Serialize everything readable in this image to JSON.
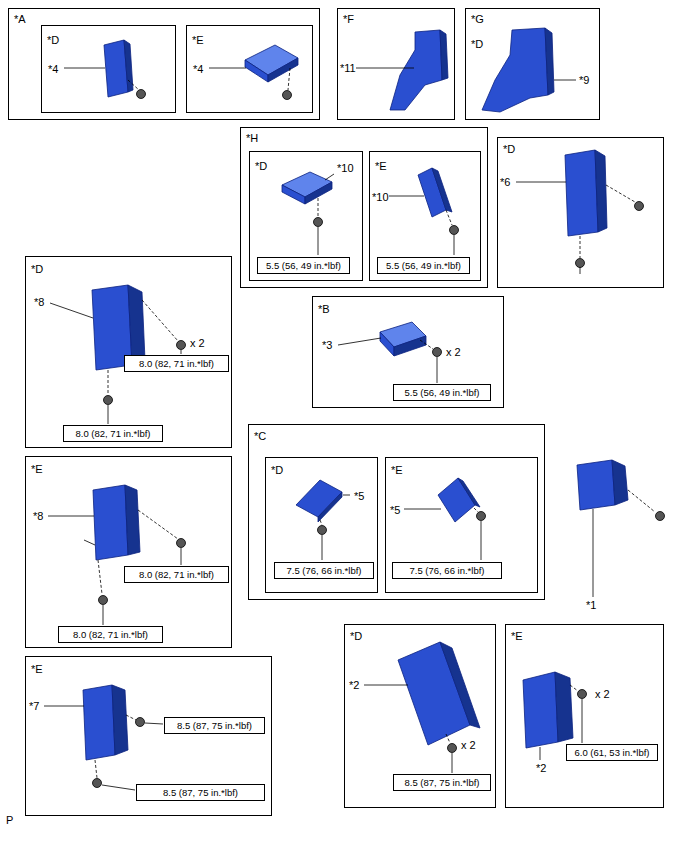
{
  "diagram": {
    "nodes": [
      {
        "text": [
          "*A"
        ]
      },
      {
        "text": [
          "*D",
          "*4"
        ],
        "in": 0
      },
      {
        "text": [
          "*E",
          "*4"
        ],
        "in": 0
      },
      {
        "text": [
          "*F",
          "*11"
        ]
      },
      {
        "text": [
          "*G",
          "*D",
          "*9"
        ]
      },
      {
        "text": [
          "*H"
        ]
      },
      {
        "text": [
          "*D",
          "*10"
        ],
        "in": 5
      },
      {
        "text": [
          "5.5 (56, 49 in.*lbf)"
        ],
        "in": 6
      },
      {
        "text": [
          "*E",
          "*10"
        ],
        "in": 5
      },
      {
        "text": [
          "5.5 (56, 49 in.*lbf)"
        ],
        "in": 8
      },
      {
        "text": [
          "*D",
          "*6"
        ]
      },
      {
        "text": [
          "*D",
          "*8",
          "x 2"
        ]
      },
      {
        "text": [
          "8.0 (82, 71 in.*lbf)"
        ],
        "in": 11
      },
      {
        "text": [
          "8.0 (82, 71 in.*lbf)"
        ],
        "in": 11
      },
      {
        "text": [
          "*B",
          "*3",
          "x 2"
        ]
      },
      {
        "text": [
          "5.5 (56, 49 in.*lbf)"
        ],
        "in": 14
      },
      {
        "text": [
          "*C"
        ]
      },
      {
        "text": [
          "*D",
          "*5"
        ],
        "in": 16
      },
      {
        "text": [
          "7.5 (76, 66 in.*lbf)"
        ],
        "in": 17
      },
      {
        "text": [
          "*E",
          "*5"
        ],
        "in": 16
      },
      {
        "text": [
          "7.5 (76, 66 in.*lbf)"
        ],
        "in": 19
      },
      {
        "text": [
          "*E",
          "*8"
        ]
      },
      {
        "text": [
          "8.0 (82, 71 in.*lbf)"
        ],
        "in": 21
      },
      {
        "text": [
          "8.0 (82, 71 in.*lbf)"
        ],
        "in": 21
      },
      {
        "text": [
          "*E",
          "*7"
        ]
      },
      {
        "text": [
          "8.5 (87, 75 in.*lbf)"
        ],
        "in": 24
      },
      {
        "text": [
          "8.5 (87, 75 in.*lbf)"
        ],
        "in": 24
      },
      {
        "text": [
          "*D",
          "*2",
          "x 2"
        ]
      },
      {
        "text": [
          "8.5 (87, 75 in.*lbf)"
        ],
        "in": 27
      },
      {
        "text": [
          "*E",
          "x 2",
          "*2"
        ]
      },
      {
        "text": [
          "6.0 (61, 53 in.*lbf)"
        ],
        "in": 29
      }
    ],
    "labels": [
      "*1",
      "P"
    ]
  }
}
